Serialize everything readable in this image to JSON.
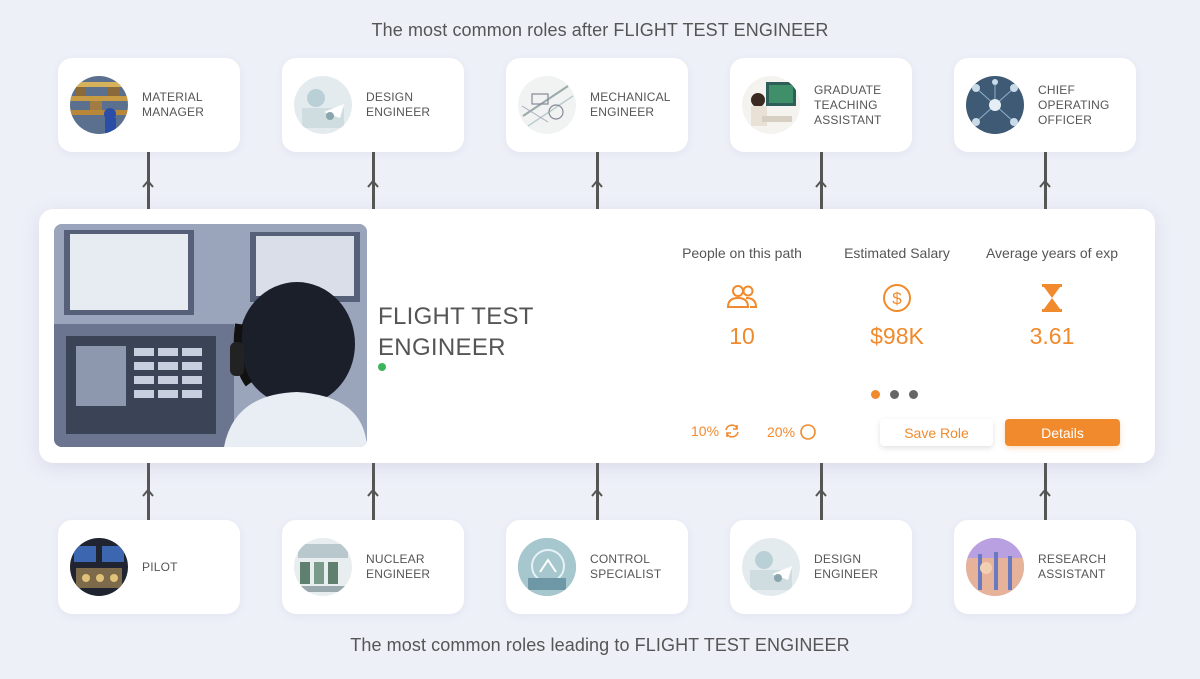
{
  "headings": {
    "after": "The most common roles after FLIGHT TEST ENGINEER",
    "before": "The most common roles leading to FLIGHT TEST ENGINEER"
  },
  "roles_after": [
    {
      "label": "MATERIAL\nMANAGER",
      "image": "warehouse-photo"
    },
    {
      "label": "DESIGN\nENGINEER",
      "image": "design-photo"
    },
    {
      "label": "MECHANICAL\nENGINEER",
      "image": "blueprint-photo"
    },
    {
      "label": "GRADUATE\nTEACHING\nASSISTANT",
      "image": "desk-photo"
    },
    {
      "label": "CHIEF\nOPERATING\nOFFICER",
      "image": "network-photo"
    }
  ],
  "roles_before": [
    {
      "label": "PILOT",
      "image": "cockpit-photo"
    },
    {
      "label": "NUCLEAR\nENGINEER",
      "image": "lab-photo"
    },
    {
      "label": "CONTROL\nSPECIALIST",
      "image": "control-photo"
    },
    {
      "label": "DESIGN\nENGINEER",
      "image": "design-photo"
    },
    {
      "label": "RESEARCH\nASSISTANT",
      "image": "research-photo"
    }
  ],
  "main": {
    "title": "FLIGHT TEST\nENGINEER",
    "stats": [
      {
        "label": "People on this path",
        "value": "10",
        "icon": "people-icon"
      },
      {
        "label": "Estimated Salary",
        "value": "$98K",
        "icon": "dollar-icon"
      },
      {
        "label": "Average years of exp",
        "value": "3.61",
        "icon": "hourglass-icon"
      }
    ],
    "pct_1": "10%",
    "pct_2": "20%",
    "save_label": "Save Role",
    "details_label": "Details",
    "pager": {
      "count": 3,
      "active": 1
    }
  },
  "colors": {
    "accent": "#f08a2c",
    "status": "#3cb55a",
    "background": "#eef0f8"
  }
}
